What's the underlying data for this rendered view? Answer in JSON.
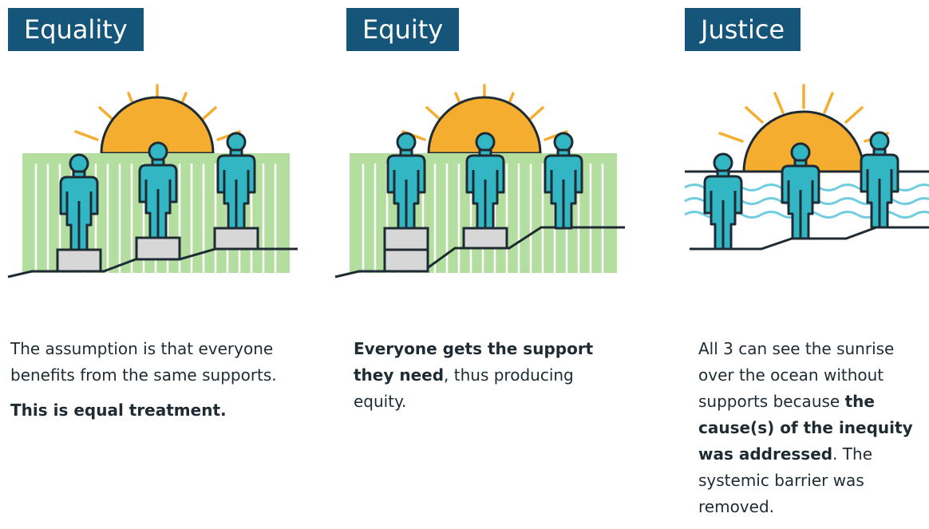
{
  "panels": [
    {
      "id": "equality",
      "title": "Equality",
      "paragraphs": [
        [
          {
            "text": "The assumption is that everyone benefits from the same supports.",
            "bold": false
          }
        ],
        [
          {
            "text": "This is equal treatment.",
            "bold": true
          }
        ]
      ]
    },
    {
      "id": "equity",
      "title": "Equity",
      "paragraphs": [
        [
          {
            "text": "Everyone gets the support they need",
            "bold": true
          },
          {
            "text": ", thus producing equity.",
            "bold": false
          }
        ]
      ]
    },
    {
      "id": "justice",
      "title": "Justice",
      "paragraphs": [
        [
          {
            "text": "All 3 can see the sunrise over the ocean without supports because ",
            "bold": false
          },
          {
            "text": "the cause(s) of the inequity was addressed",
            "bold": true
          },
          {
            "text": ". The systemic barrier was removed.",
            "bold": false
          }
        ]
      ]
    }
  ],
  "colors": {
    "title_bg": "#15557a",
    "sun": "#f5ad2f",
    "fence": "#b3dea0",
    "person": "#33b6c4",
    "outline": "#1f2b33",
    "box": "#d7d7d7",
    "wave": "#6fcde0"
  }
}
